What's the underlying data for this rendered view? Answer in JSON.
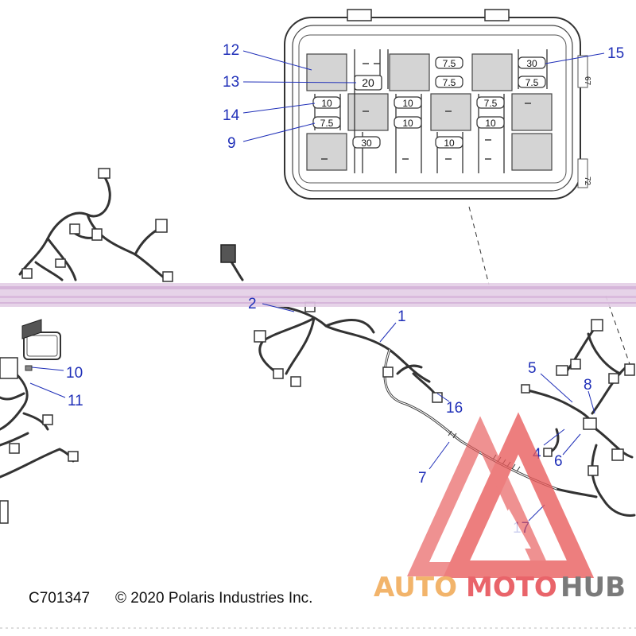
{
  "diagram": {
    "code": "C701347",
    "copyright": "© 2020 Polaris Industries Inc.",
    "callouts": {
      "c1": "1",
      "c2": "2",
      "c4": "4",
      "c5": "5",
      "c6": "6",
      "c7": "7",
      "c8": "8",
      "c9": "9",
      "c10": "10",
      "c11": "11",
      "c12": "12",
      "c13": "13",
      "c14": "14",
      "c15": "15",
      "c16": "16",
      "c17": "17"
    },
    "fuse_box": {
      "fuses": {
        "f_r1a": "7.5",
        "f_r1b": "30",
        "f_r2a": "20",
        "f_r2b": "7.5",
        "f_r2c": "7.5",
        "f_r3a": "10",
        "f_r3b": "10",
        "f_r3c": "7.5",
        "f_r4a": "7.5",
        "f_r4b": "10",
        "f_r4c": "10",
        "f_r5a": "30",
        "f_r5b": "10"
      },
      "side_marks": {
        "top": "67",
        "bottom": "72"
      }
    }
  },
  "watermark": {
    "brand_part1": "AUTO",
    "brand_part2": "MOTO",
    "brand_part3": "HUB",
    "colors": {
      "auto": "#f2b46b",
      "moto": "#e9646a",
      "hub": "#7a7a7a",
      "triangle": "#e85a5a"
    }
  },
  "colors": {
    "callout": "#1f2fb8",
    "band": "#d9b9de"
  }
}
